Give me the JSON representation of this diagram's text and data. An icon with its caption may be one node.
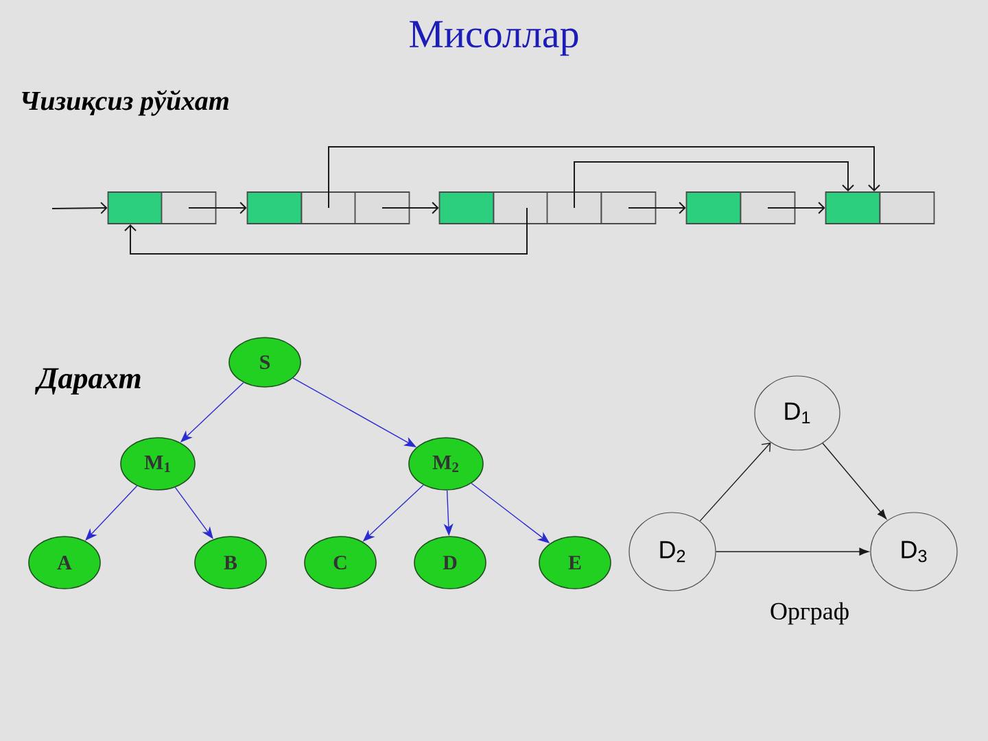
{
  "diagram": {
    "title": "Мисоллар",
    "nodes": [
      {
        "text": [],
        "shape": "box"
      },
      {
        "text": [],
        "shape": "box"
      },
      {
        "text": [],
        "shape": "box"
      },
      {
        "text": [],
        "shape": "box"
      },
      {
        "text": [],
        "shape": "box"
      },
      {
        "text": [],
        "shape": "box"
      },
      {
        "text": [],
        "shape": "box"
      },
      {
        "text": [],
        "shape": "box"
      },
      {
        "text": [],
        "shape": "box"
      },
      {
        "text": [],
        "shape": "box"
      },
      {
        "text": [],
        "shape": "box"
      },
      {
        "text": [],
        "shape": "box"
      },
      {
        "text": [],
        "shape": "box"
      },
      {
        "text": [
          "S"
        ]
      },
      {
        "text": [
          "M$_{1}$"
        ]
      },
      {
        "text": [
          "M$_{2}$"
        ]
      },
      {
        "text": [
          "A"
        ]
      },
      {
        "text": [
          "B"
        ]
      },
      {
        "text": [
          "C"
        ]
      },
      {
        "text": [
          "D"
        ]
      },
      {
        "text": [
          "E"
        ]
      },
      {
        "text": [
          "D$_{1}$"
        ]
      },
      {
        "text": [
          "D$_{2}$"
        ]
      },
      {
        "text": [
          "D$_{3}$"
        ]
      }
    ],
    "edges": [
      {
        "from": null,
        "to": 0,
        "arrow": "to"
      },
      {
        "from": 1,
        "to": 2,
        "arrow": "to"
      },
      {
        "from": 4,
        "to": 5,
        "arrow": "to"
      },
      {
        "from": 3,
        "to": 11,
        "arrow": "to"
      },
      {
        "from": 7,
        "to": 11,
        "arrow": "to"
      },
      {
        "from": 6,
        "to": 0,
        "arrow": "to"
      },
      {
        "from": 8,
        "to": 9,
        "arrow": "to"
      },
      {
        "from": 10,
        "to": 11,
        "arrow": "to"
      },
      {
        "from": 13,
        "to": 14,
        "arrow": "to",
        "color": "#2b2bd0"
      },
      {
        "from": 13,
        "to": 15,
        "arrow": "to",
        "color": "#2b2bd0"
      },
      {
        "from": 14,
        "to": 16,
        "arrow": "to",
        "color": "#2b2bd0"
      },
      {
        "from": 14,
        "to": 17,
        "arrow": "to",
        "color": "#2b2bd0"
      },
      {
        "from": 15,
        "to": 18,
        "arrow": "to",
        "color": "#2b2bd0"
      },
      {
        "from": 15,
        "to": 19,
        "arrow": "to",
        "color": "#2b2bd0"
      },
      {
        "from": 15,
        "to": 20,
        "arrow": "to",
        "color": "#2b2bd0"
      },
      {
        "from": 22,
        "to": 21,
        "arrow": "to"
      },
      {
        "from": 21,
        "to": 23,
        "arrow": "to"
      },
      {
        "from": 22,
        "to": 23,
        "arrow": "to"
      }
    ],
    "labels": [
      "Чизиқсиз рўйхат",
      "Дарахт",
      "Орграф"
    ]
  }
}
